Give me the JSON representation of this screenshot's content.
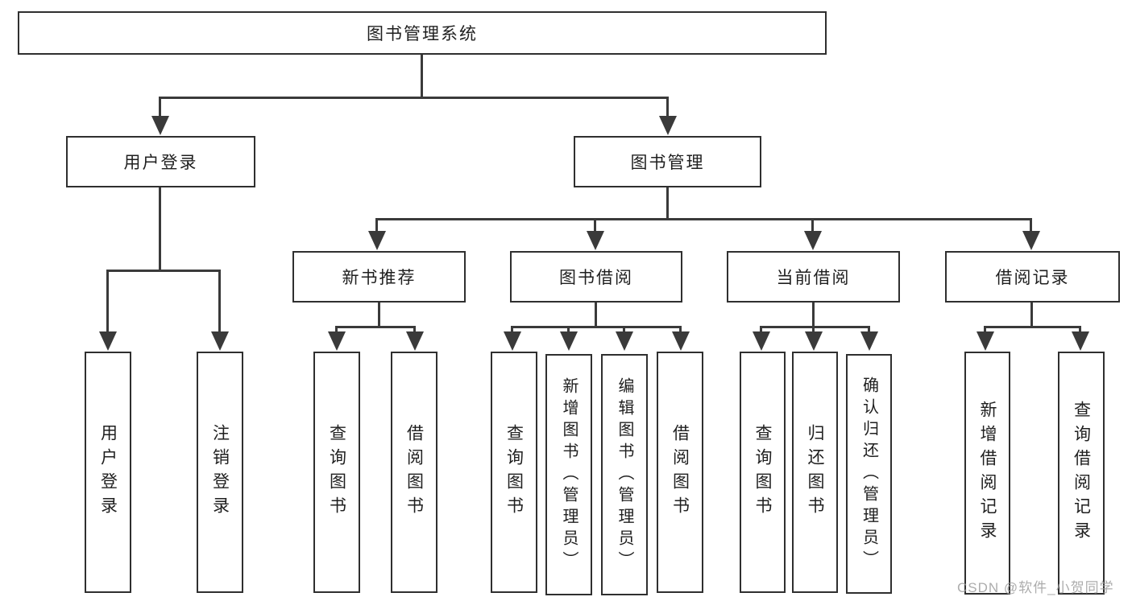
{
  "diagram": {
    "title": "图书管理系统",
    "watermark": "CSDN @软件_小贺同学",
    "colors": {
      "line": "#3a3a3a",
      "box_border": "#2f2f2f",
      "text": "#1f1f1f",
      "watermark": "#9e9e9e",
      "background": "#ffffff"
    },
    "level2": [
      {
        "label": "用户登录"
      },
      {
        "label": "图书管理"
      }
    ],
    "level3": [
      {
        "label": "新书推荐"
      },
      {
        "label": "图书借阅"
      },
      {
        "label": "当前借阅"
      },
      {
        "label": "借阅记录"
      }
    ],
    "leaves": {
      "user_login": [
        {
          "label": "用户登录"
        },
        {
          "label": "注销登录"
        }
      ],
      "new_book": [
        {
          "label": "查询图书"
        },
        {
          "label": "借阅图书"
        }
      ],
      "book_borrow": [
        {
          "label": "查询图书"
        },
        {
          "label": "新增图书（管理员）"
        },
        {
          "label": "编辑图书（管理员）"
        },
        {
          "label": "借阅图书"
        }
      ],
      "current_borrow": [
        {
          "label": "查询图书"
        },
        {
          "label": "归还图书"
        },
        {
          "label": "确认归还（管理员）"
        }
      ],
      "borrow_record": [
        {
          "label": "新增借阅记录"
        },
        {
          "label": "查询借阅记录"
        }
      ]
    }
  }
}
